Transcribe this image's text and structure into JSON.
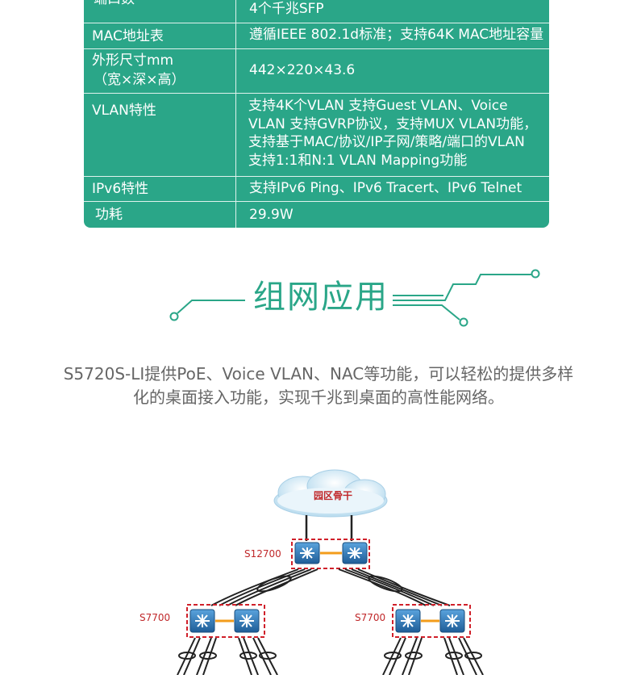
{
  "spec_rows": [
    {
      "label": "端口数",
      "value": "4个千兆SFP"
    },
    {
      "label": "MAC地址表",
      "value": "遵循IEEE 802.1d标准；支持64K MAC地址容量"
    },
    {
      "label_line1": "外形尺寸mm",
      "label_line2": "（宽×深×高）",
      "value": "442×220×43.6"
    },
    {
      "label": "VLAN特性",
      "value": "支持4K个VLAN  支持Guest VLAN、Voice VLAN  支持GVRP协议，支持MUX VLAN功能，支持基于MAC/协议/IP子网/策略/端口的VLAN  支持1:1和N:1 VLAN Mapping功能"
    },
    {
      "label": "IPv6特性",
      "value": "支持IPv6 Ping、IPv6 Tracert、IPv6 Telnet"
    },
    {
      "label": "功耗",
      "value": "29.9W"
    }
  ],
  "section": {
    "title": "组网应用",
    "description_line1": "S5720S-LI提供PoE、Voice VLAN、NAC等功能，可以轻松的提供多样",
    "description_line2": "化的桌面接入功能，实现千兆到桌面的高性能网络。"
  },
  "diagram": {
    "cloud_label": "园区骨干",
    "core_label": "S12700",
    "agg_left_label": "S7700",
    "agg_right_label": "S7700"
  },
  "colors": {
    "accent": "#2aa688",
    "device_blue": "#2f78b8",
    "dashed_red": "#d0202a",
    "link_orange": "#f39c1b",
    "label_red": "#c0282a"
  }
}
